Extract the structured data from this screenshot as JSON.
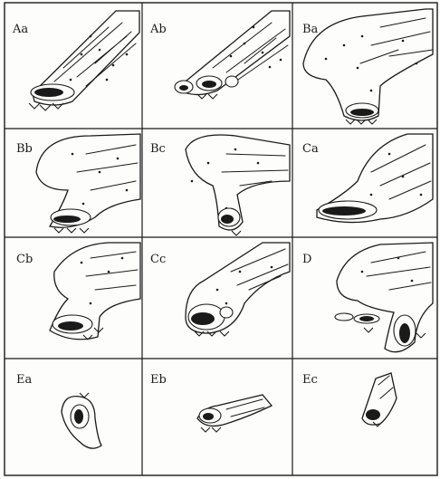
{
  "figure": {
    "panels": [
      {
        "id": "Aa",
        "label": "Aa"
      },
      {
        "id": "Ab",
        "label": "Ab"
      },
      {
        "id": "Ba",
        "label": "Ba"
      },
      {
        "id": "Bb",
        "label": "Bb"
      },
      {
        "id": "Bc",
        "label": "Bc"
      },
      {
        "id": "Ca",
        "label": "Ca"
      },
      {
        "id": "Cb",
        "label": "Cb"
      },
      {
        "id": "Cc",
        "label": "Cc"
      },
      {
        "id": "D",
        "label": "D"
      },
      {
        "id": "Ea",
        "label": "Ea"
      },
      {
        "id": "Eb",
        "label": "Eb"
      },
      {
        "id": "Ec",
        "label": "Ec"
      }
    ]
  }
}
